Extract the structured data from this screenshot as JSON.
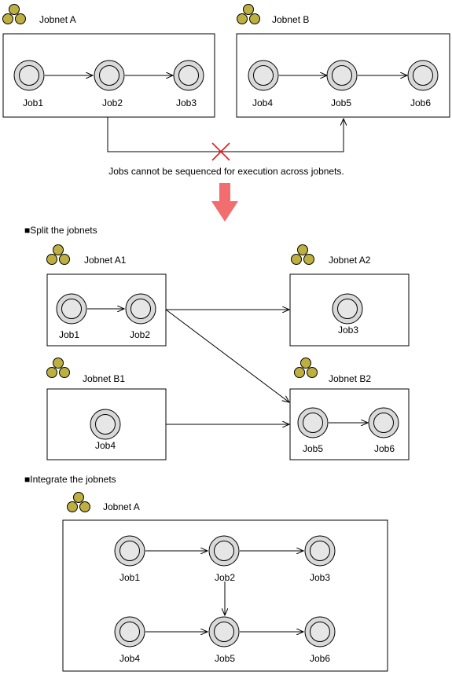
{
  "section1": {
    "jobnet_a": {
      "title": "Jobnet A",
      "jobs": [
        "Job1",
        "Job2",
        "Job3"
      ]
    },
    "jobnet_b": {
      "title": "Jobnet B",
      "jobs": [
        "Job4",
        "Job5",
        "Job6"
      ]
    },
    "note": "Jobs cannot be sequenced for execution across jobnets."
  },
  "section2": {
    "heading": "■Split the jobnets",
    "jobnet_a1": {
      "title": "Jobnet A1",
      "jobs": [
        "Job1",
        "Job2"
      ]
    },
    "jobnet_a2": {
      "title": "Jobnet A2",
      "jobs": [
        "Job3"
      ]
    },
    "jobnet_b1": {
      "title": "Jobnet B1",
      "jobs": [
        "Job4"
      ]
    },
    "jobnet_b2": {
      "title": "Jobnet B2",
      "jobs": [
        "Job5",
        "Job6"
      ]
    }
  },
  "section3": {
    "heading": "■Integrate the jobnets",
    "jobnet_a": {
      "title": "Jobnet A",
      "jobs": [
        "Job1",
        "Job2",
        "Job3",
        "Job4",
        "Job5",
        "Job6"
      ]
    }
  },
  "colors": {
    "jobnet_icon": "#bdb040",
    "x_mark": "#e21d1d",
    "big_arrow": "#f26d6d",
    "job_fill": "#d9d9d9"
  }
}
